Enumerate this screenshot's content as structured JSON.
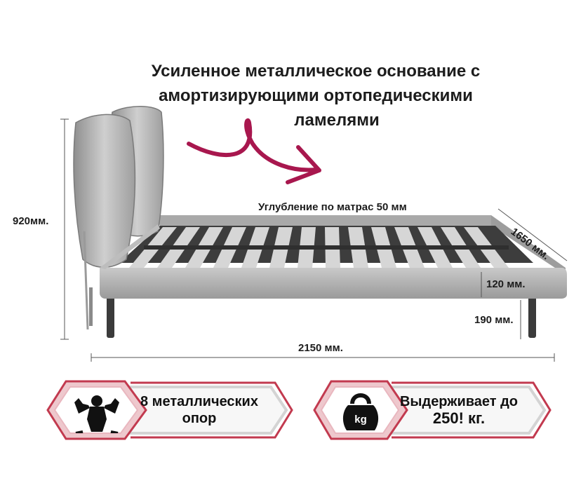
{
  "headline": {
    "line1": "Усиленное металлическое основание с",
    "line2": "амортизирующими ортопедическими",
    "line3": "ламелями"
  },
  "recess_label": "Углубление по матрас  50 мм",
  "dimensions": {
    "height_total": "920мм.",
    "width": "1650 мм.",
    "frame_height": "120 мм.",
    "leg_height": "190 мм.",
    "length": "2150 мм."
  },
  "features": [
    {
      "line1": "8 металлических",
      "line2": "опор",
      "icon": "strongman-icon"
    },
    {
      "line1": "Выдерживает до",
      "line2": "250! кг.",
      "icon": "kettlebell-icon",
      "icon_label": "kg"
    }
  ],
  "colors": {
    "accent": "#c23a4f",
    "arrow": "#a8174e",
    "frame": "#b5b5b5",
    "slats": "#d4d4d4",
    "badge_fill": "#f8f8f8"
  }
}
